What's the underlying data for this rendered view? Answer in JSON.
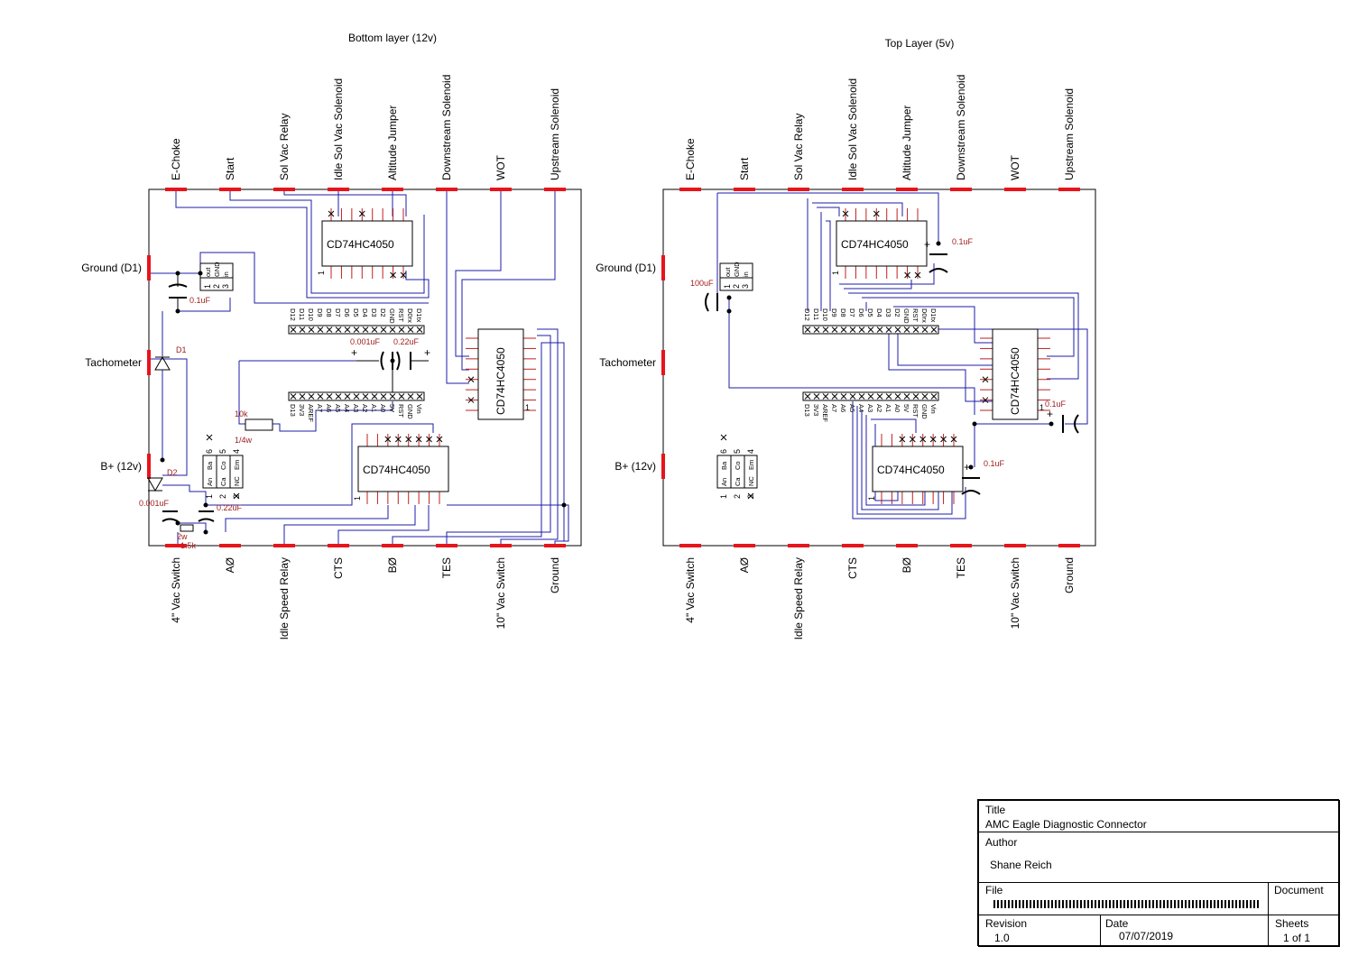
{
  "layers": {
    "bottom_title": "Bottom layer (12v)",
    "top_title": "Top Layer (5v)"
  },
  "top_connectors": [
    "E-Choke",
    "Start",
    "Sol Vac Relay",
    "Idle Sol Vac Solenoid",
    "Altitude Jumper",
    "Downstream Solenoid",
    "WOT",
    "Upstream Solenoid"
  ],
  "bottom_connectors": [
    "4\" Vac Switch",
    "AØ",
    "Idle Speed Relay",
    "CTS",
    "BØ",
    "TES",
    "10\" Vac Switch",
    "Ground"
  ],
  "left_connectors": [
    "Ground (D1)",
    "Tachometer",
    "B+ (12v)"
  ],
  "chip_label": "CD74HC4050",
  "header_top_pins": [
    "D12",
    "D11",
    "D10",
    "D9",
    "D8",
    "D7",
    "D6",
    "D5",
    "D4",
    "D3",
    "D2",
    "GND",
    "RST",
    "D0rx",
    "D1tx"
  ],
  "header_bottom_pins": [
    "D13",
    "3V3",
    "AREF",
    "A7",
    "A6",
    "A5",
    "A4",
    "A3",
    "A2",
    "A1",
    "A0",
    "5V",
    "RST",
    "GND",
    "Vin"
  ],
  "regulator_pins": [
    "out",
    "GND",
    "in"
  ],
  "optocoupler_pins": [
    "An",
    "Ba",
    "Ca",
    "Co",
    "NC",
    "Em"
  ],
  "bottom_components": {
    "cap_ground": "0.1uF",
    "diode1": "D1",
    "diode2": "D2",
    "cap_header_a": "0.001uF",
    "cap_header_b": "0.22uF",
    "resistor": "10k",
    "resistor_power": "1/4w",
    "cap_b_a": "0.001uF",
    "cap_b_b": "0.22uF",
    "resistor2_power": "2w",
    "resistor2_value": "1.5k"
  },
  "top_components": {
    "cap_reg": "100uF",
    "cap_chip1": "0.1uF",
    "cap_chip2": "0.1uF",
    "cap_chip3": "0.1uF"
  },
  "title_block": {
    "title_label": "Title",
    "title_value": "AMC Eagle Diagnostic Connector",
    "author_label": "Author",
    "author_value": "Shane Reich",
    "file_label": "File",
    "document_label": "Document",
    "revision_label": "Revision",
    "revision_value": "1.0",
    "date_label": "Date",
    "date_value": "07/07/2019",
    "sheets_label": "Sheets",
    "sheets_value": "1 of 1"
  },
  "colors": {
    "pad": "#e8141b",
    "wire": "#1c1ca8",
    "value_text": "#a02020"
  }
}
